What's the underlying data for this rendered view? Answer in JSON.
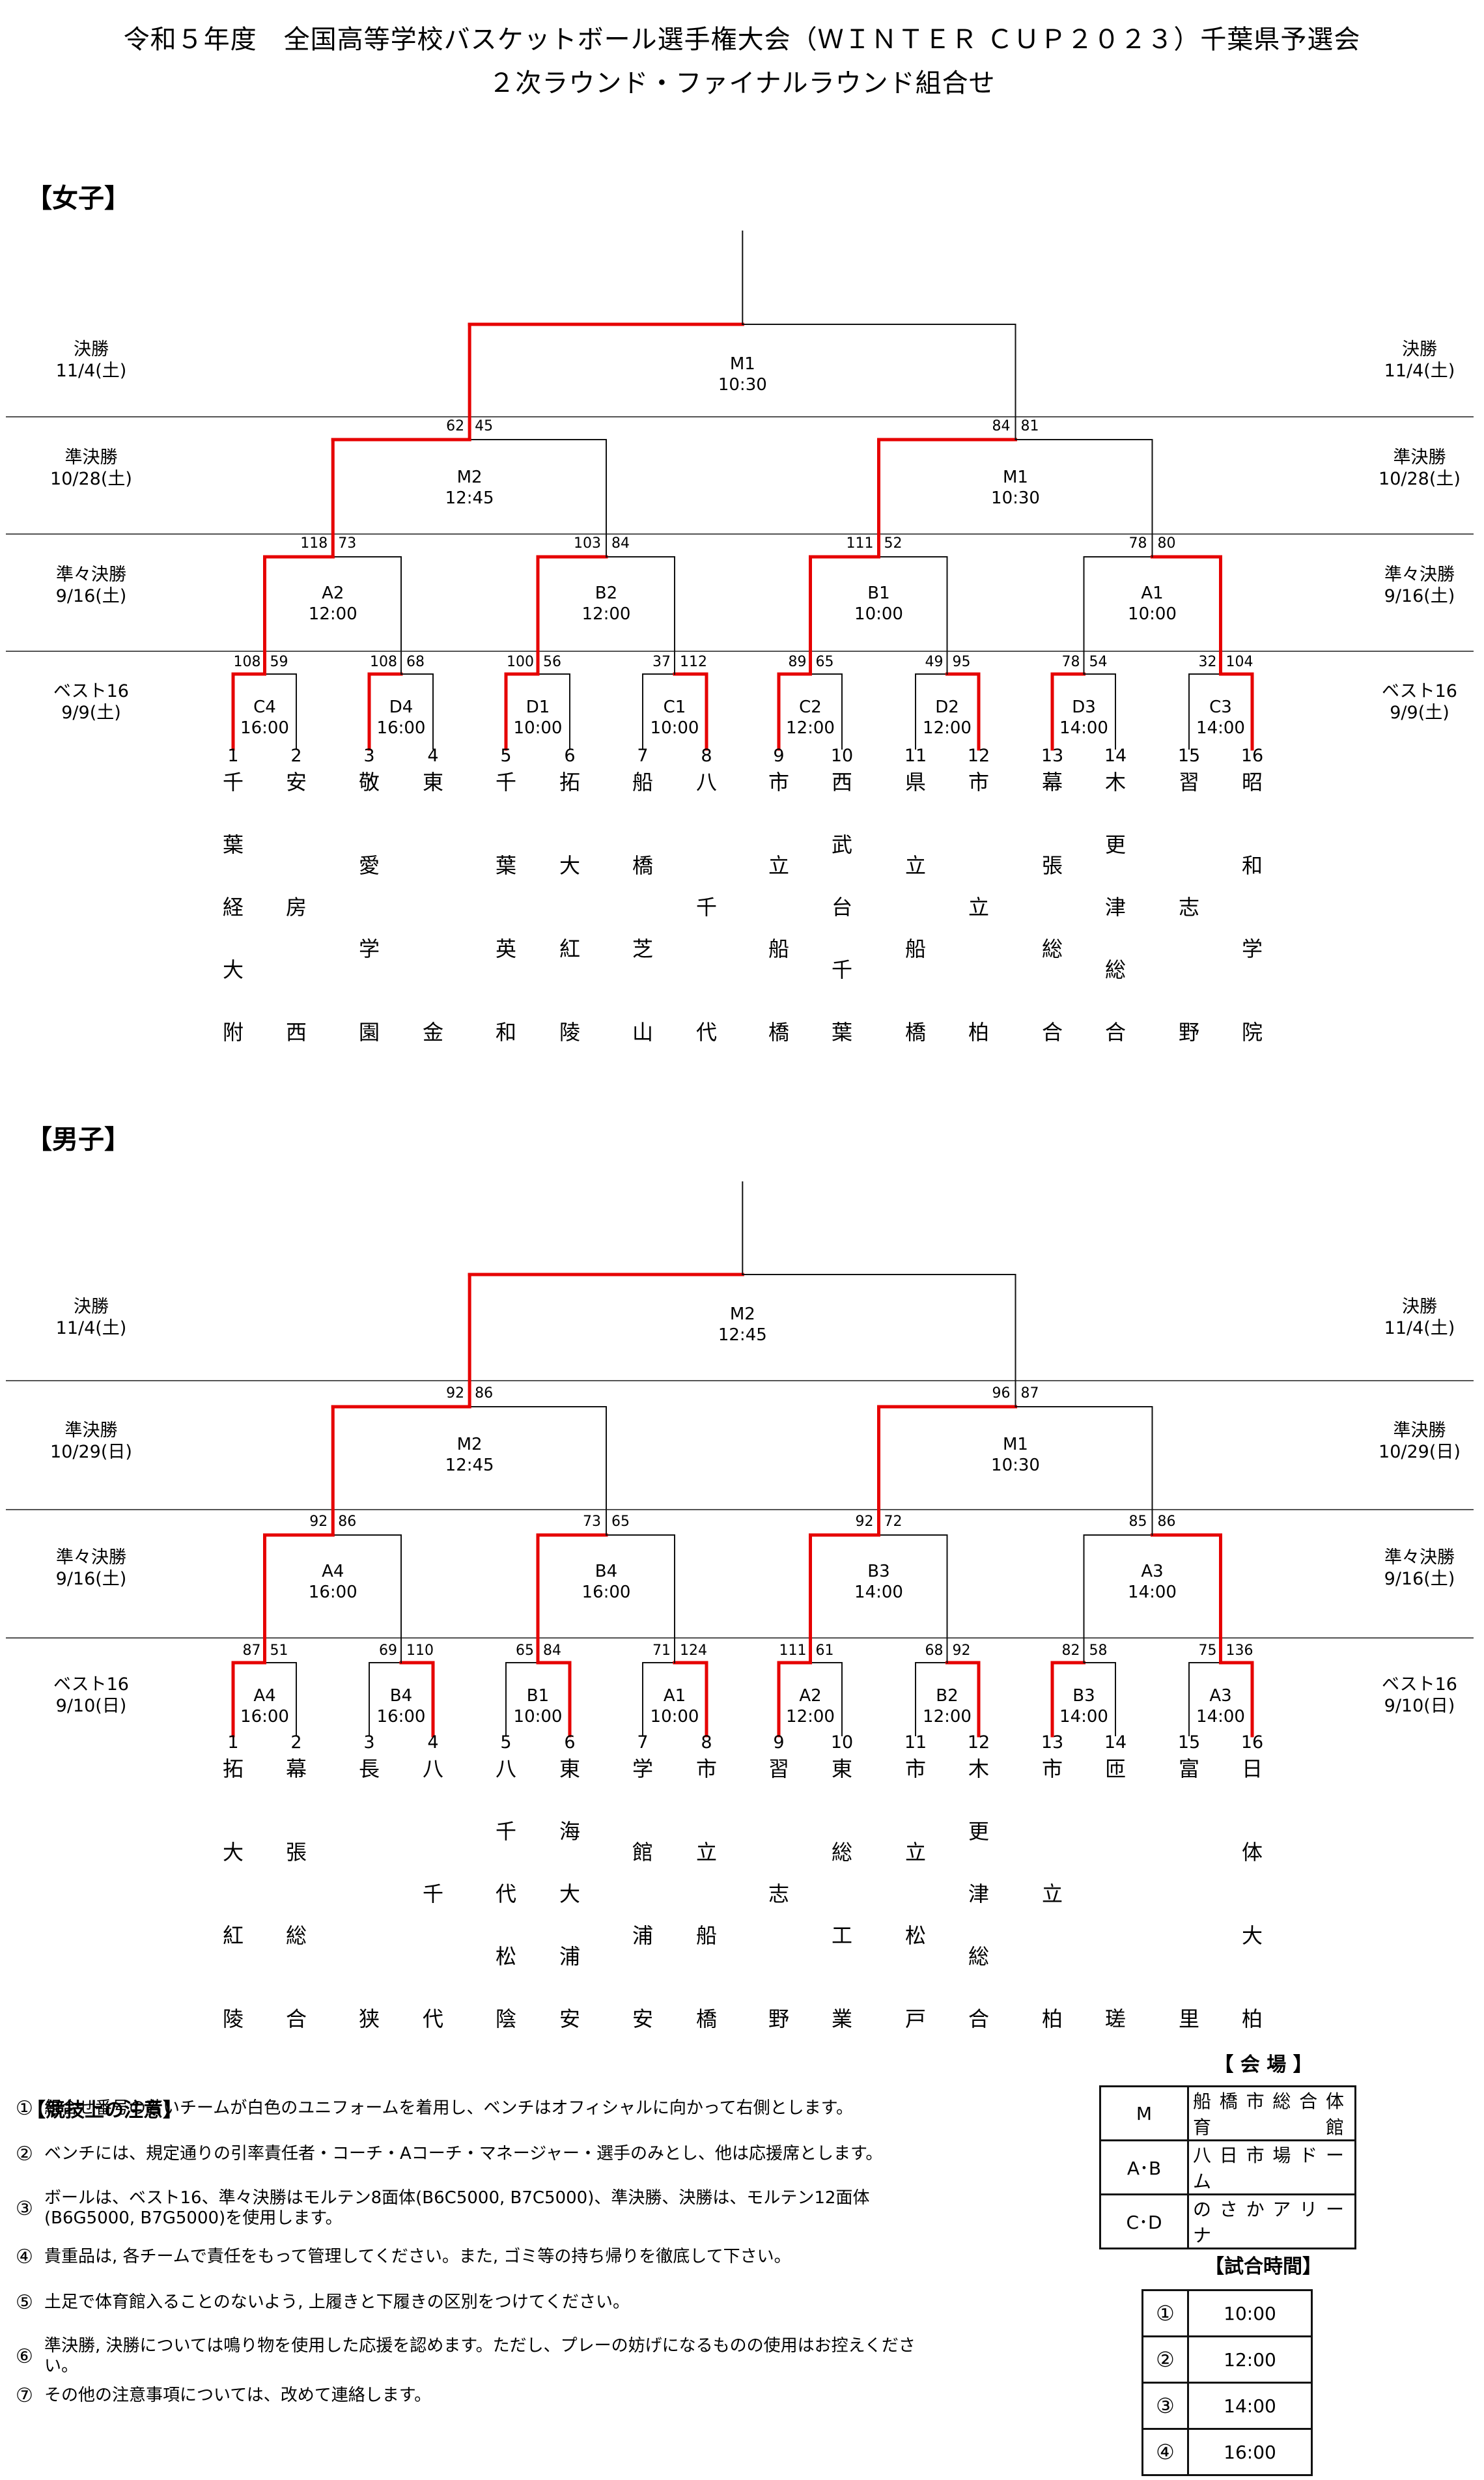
{
  "header": {
    "title_line1": "令和５年度　全国高等学校バスケットボール選手権大会（ＷＩＮＴＥＲ ＣＵＰ２０２３）千葉県予選会",
    "title_line2": "２次ラウンド・ファイナルラウンド組合せ"
  },
  "colors": {
    "winner_path": "#e60000",
    "line": "#111111",
    "separator": "#555555"
  },
  "brackets": [
    {
      "key": "girls",
      "label": "【女子】",
      "rounds": [
        {
          "name": "決勝",
          "date": "11/4(土)"
        },
        {
          "name": "準決勝",
          "date": "10/28(土)"
        },
        {
          "name": "準々決勝",
          "date": "9/16(土)"
        },
        {
          "name": "ベスト16",
          "date": "9/9(土)"
        }
      ],
      "final": {
        "code": "M1",
        "time": "10:30",
        "score_left": "62",
        "score_right": "45",
        "winner": "left"
      },
      "semis": [
        {
          "code": "M2",
          "time": "12:45",
          "score_left": "118",
          "score_right": "73",
          "winner": "left",
          "top_score_left": "62",
          "top_score_right": "45"
        },
        {
          "code": "M1",
          "time": "10:30",
          "score_left": "111",
          "score_right": "52",
          "winner": "left",
          "top_score_left": "84",
          "top_score_right": "81"
        }
      ],
      "semis_winner": [
        "left",
        "left"
      ],
      "quarters": [
        {
          "code": "A2",
          "time": "12:00",
          "score_left": "108",
          "score_right": "59",
          "winner": "left",
          "top_left": "118",
          "top_right": "73"
        },
        {
          "code": "B2",
          "time": "12:00",
          "score_left": "100",
          "score_right": "56",
          "winner": "left",
          "top_left": "103",
          "top_right": "84"
        },
        {
          "code": "B1",
          "time": "10:00",
          "score_left": "89",
          "score_right": "65",
          "winner": "left",
          "top_left": "111",
          "top_right": "52"
        },
        {
          "code": "A1",
          "time": "10:00",
          "score_left": "78",
          "score_right": "54",
          "winner": "right",
          "top_left": "78",
          "top_right": "80"
        }
      ],
      "r16": [
        {
          "code": "C4",
          "time": "16:00",
          "score_left": "108",
          "score_right": "59",
          "winner": "left"
        },
        {
          "code": "D4",
          "time": "16:00",
          "score_left": "108",
          "score_right": "68",
          "winner": "left"
        },
        {
          "code": "D1",
          "time": "10:00",
          "score_left": "100",
          "score_right": "56",
          "winner": "left"
        },
        {
          "code": "C1",
          "time": "10:00",
          "score_left": "37",
          "score_right": "112",
          "winner": "right"
        },
        {
          "code": "C2",
          "time": "12:00",
          "score_left": "89",
          "score_right": "65",
          "winner": "left"
        },
        {
          "code": "D2",
          "time": "12:00",
          "score_left": "49",
          "score_right": "95",
          "winner": "right"
        },
        {
          "code": "D3",
          "time": "14:00",
          "score_left": "78",
          "score_right": "54",
          "winner": "left"
        },
        {
          "code": "C3",
          "time": "14:00",
          "score_left": "32",
          "score_right": "104",
          "winner": "right"
        }
      ],
      "qf_winner": [
        "left",
        "left",
        "left",
        "right"
      ],
      "sf_winner": [
        "left",
        "left"
      ],
      "final_winner": "left",
      "teams": [
        {
          "num": "1",
          "name": "千葉経大附"
        },
        {
          "num": "2",
          "name": "安房西"
        },
        {
          "num": "3",
          "name": "敬愛学園"
        },
        {
          "num": "4",
          "name": "東金"
        },
        {
          "num": "5",
          "name": "千葉英和"
        },
        {
          "num": "6",
          "name": "拓大紅陵"
        },
        {
          "num": "7",
          "name": "船橋芝山"
        },
        {
          "num": "8",
          "name": "八千代"
        },
        {
          "num": "9",
          "name": "市立船橋"
        },
        {
          "num": "10",
          "name": "西武台千葉"
        },
        {
          "num": "11",
          "name": "県立船橋"
        },
        {
          "num": "12",
          "name": "市立柏"
        },
        {
          "num": "13",
          "name": "幕張総合"
        },
        {
          "num": "14",
          "name": "木更津総合"
        },
        {
          "num": "15",
          "name": "習志野"
        },
        {
          "num": "16",
          "name": "昭和学院"
        }
      ]
    },
    {
      "key": "boys",
      "label": "【男子】",
      "rounds": [
        {
          "name": "決勝",
          "date": "11/4(土)"
        },
        {
          "name": "準決勝",
          "date": "10/29(日)"
        },
        {
          "name": "準々決勝",
          "date": "9/16(土)"
        },
        {
          "name": "ベスト16",
          "date": "9/10(日)"
        }
      ],
      "final": {
        "code": "M2",
        "time": "12:45",
        "score_left": "92",
        "score_right": "86",
        "winner": "left"
      },
      "semis": [
        {
          "code": "M2",
          "time": "12:45",
          "top_score_left": "92",
          "top_score_right": "86"
        },
        {
          "code": "M1",
          "time": "10:30",
          "top_score_left": "96",
          "top_score_right": "87"
        }
      ],
      "quarters": [
        {
          "code": "A4",
          "time": "16:00",
          "top_left": "92",
          "top_right": "86"
        },
        {
          "code": "B4",
          "time": "16:00",
          "top_left": "73",
          "top_right": "65"
        },
        {
          "code": "B3",
          "time": "14:00",
          "top_left": "92",
          "top_right": "72"
        },
        {
          "code": "A3",
          "time": "14:00",
          "top_left": "85",
          "top_right": "86"
        }
      ],
      "r16": [
        {
          "code": "A4",
          "time": "16:00",
          "score_left": "87",
          "score_right": "51",
          "winner": "left"
        },
        {
          "code": "B4",
          "time": "16:00",
          "score_left": "69",
          "score_right": "110",
          "winner": "right"
        },
        {
          "code": "B1",
          "time": "10:00",
          "score_left": "65",
          "score_right": "84",
          "winner": "right"
        },
        {
          "code": "A1",
          "time": "10:00",
          "score_left": "71",
          "score_right": "124",
          "winner": "right"
        },
        {
          "code": "A2",
          "time": "12:00",
          "score_left": "111",
          "score_right": "61",
          "winner": "left"
        },
        {
          "code": "B2",
          "time": "12:00",
          "score_left": "68",
          "score_right": "92",
          "winner": "right"
        },
        {
          "code": "B3",
          "time": "14:00",
          "score_left": "82",
          "score_right": "58",
          "winner": "left"
        },
        {
          "code": "A3",
          "time": "14:00",
          "score_left": "75",
          "score_right": "136",
          "winner": "right"
        }
      ],
      "qf_winner": [
        "left",
        "left",
        "left",
        "right"
      ],
      "sf_winner": [
        "left",
        "left"
      ],
      "final_winner": "left",
      "teams": [
        {
          "num": "1",
          "name": "拓大紅陵"
        },
        {
          "num": "2",
          "name": "幕張総合"
        },
        {
          "num": "3",
          "name": "長狭"
        },
        {
          "num": "4",
          "name": "八千代"
        },
        {
          "num": "5",
          "name": "八千代松陰"
        },
        {
          "num": "6",
          "name": "東海大浦安"
        },
        {
          "num": "7",
          "name": "学館浦安"
        },
        {
          "num": "8",
          "name": "市立船橋"
        },
        {
          "num": "9",
          "name": "習志野"
        },
        {
          "num": "10",
          "name": "東総工業"
        },
        {
          "num": "11",
          "name": "市立松戸"
        },
        {
          "num": "12",
          "name": "木更津総合"
        },
        {
          "num": "13",
          "name": "市立柏"
        },
        {
          "num": "14",
          "name": "匝瑳"
        },
        {
          "num": "15",
          "name": "富里"
        },
        {
          "num": "16",
          "name": "日体大柏"
        }
      ]
    }
  ],
  "notes": {
    "title": "【競技上の注意】",
    "items": [
      {
        "num": "①",
        "text": "組合せ番号の若いチームが白色のユニフォームを着用し、ベンチはオフィシャルに向かって右側とします。"
      },
      {
        "num": "②",
        "text": "ベンチには、規定通りの引率責任者・コーチ・Aコーチ・マネージャー・選手のみとし、他は応援席とします。"
      },
      {
        "num": "③",
        "text": "ボールは、ベスト16、準々決勝はモルテン8面体(B6C5000, B7C5000)、準決勝、決勝は、モルテン12面体(B6G5000, B7G5000)を使用します。"
      },
      {
        "num": "④",
        "text": "貴重品は, 各チームで責任をもって管理してください。また, ゴミ等の持ち帰りを徹底して下さい。"
      },
      {
        "num": "⑤",
        "text": "土足で体育館入ることのないよう, 上履きと下履きの区別をつけてください。"
      },
      {
        "num": "⑥",
        "text": "準決勝, 決勝については鳴り物を使用した応援を認めます。ただし、プレーの妨げになるものの使用はお控えください。"
      },
      {
        "num": "⑦",
        "text": "その他の注意事項については、改めて連絡します。"
      }
    ]
  },
  "venues": {
    "title": "【 会 場 】",
    "rows": [
      {
        "code": "M",
        "name": "船橋市総合体育館"
      },
      {
        "code": "A･B",
        "name": "八日市場ドーム"
      },
      {
        "code": "C･D",
        "name": "のさかアリーナ"
      }
    ]
  },
  "match_times": {
    "title": "【試合時間】",
    "rows": [
      {
        "slot": "①",
        "time": "10:00"
      },
      {
        "slot": "②",
        "time": "12:00"
      },
      {
        "slot": "③",
        "time": "14:00"
      },
      {
        "slot": "④",
        "time": "16:00"
      }
    ]
  }
}
